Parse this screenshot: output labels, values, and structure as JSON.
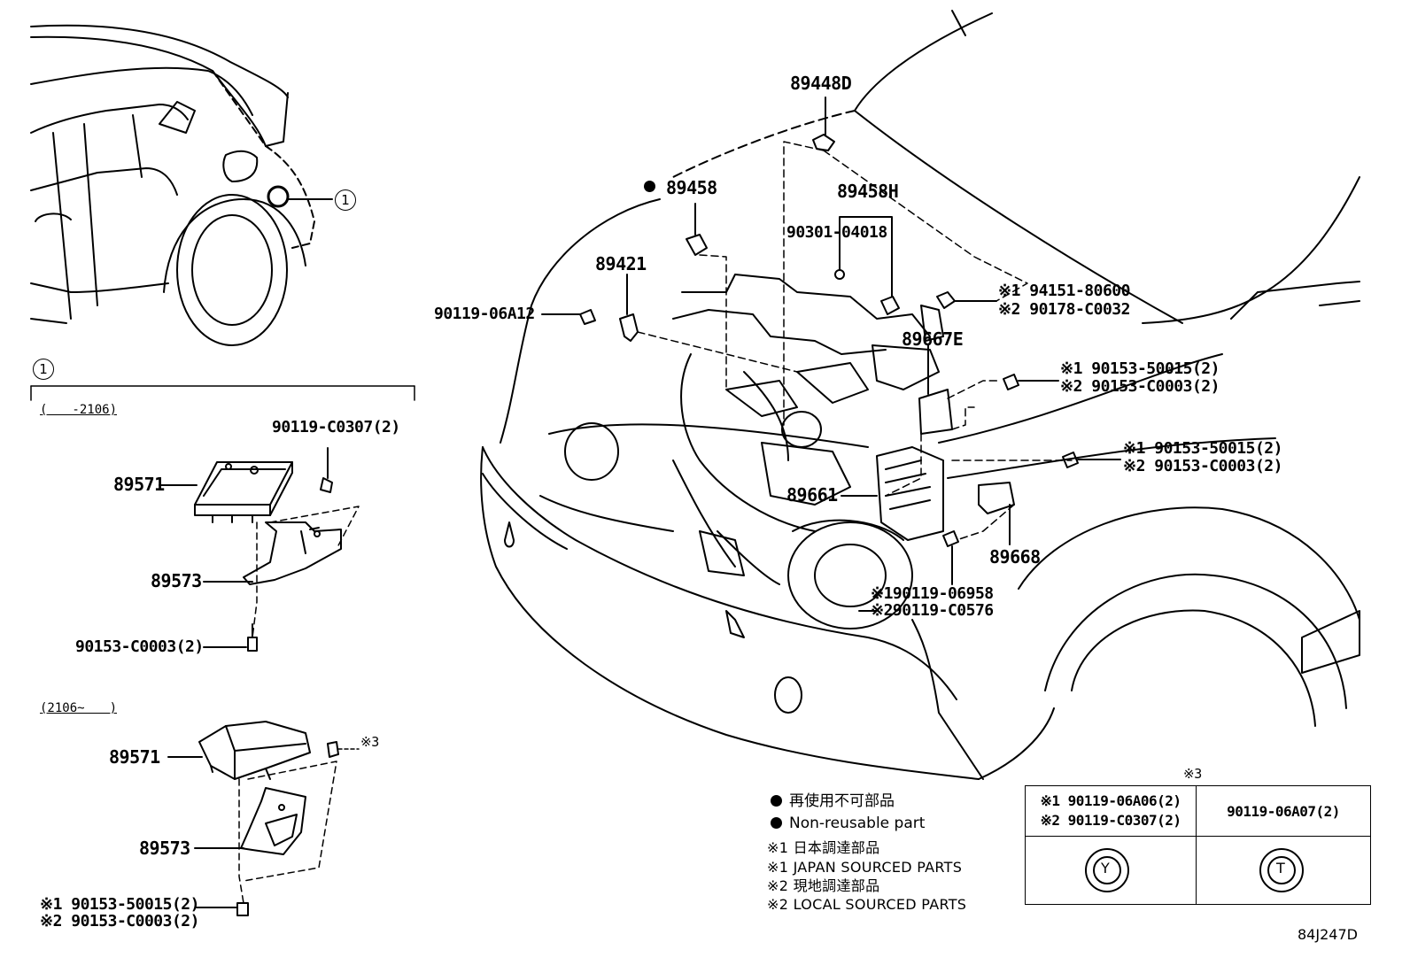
{
  "diagram_id": "84J247D",
  "callout_number": "1",
  "ranges": {
    "early": "(　　-2106)",
    "late": "(2106~　　)"
  },
  "labels": {
    "p89448D": "89448D",
    "p89458": "89458",
    "p89458H": "89458H",
    "p90301_04018": "90301-04018",
    "p89421": "89421",
    "p90119_06A12": "90119-06A12",
    "p94151_80600": "※1 94151-80600",
    "p90178_C0032": "※2 90178-C0032",
    "p89667E": "89667E",
    "p90153_50015_a": "※1 90153-50015(2)",
    "p90153_C0003_a": "※2 90153-C0003(2)",
    "p90153_50015_b": "※1 90153-50015(2)",
    "p90153_C0003_b": "※2 90153-C0003(2)",
    "p89661": "89661",
    "p89668": "89668",
    "p90119_06958": "※190119-06958",
    "p90119_C0576": "※290119-C0576",
    "p90119_C0307_top": "90119-C0307(2)",
    "p89571_a": "89571",
    "p89573_a": "89573",
    "p90153_C0003_left": "90153-C0003(2)",
    "p89571_b": "89571",
    "p89573_b": "89573",
    "p_ref3": "※3",
    "p90153_50015_c": "※1 90153-50015(2)",
    "p90153_C0003_c": "※2 90153-C0003(2)"
  },
  "legend": {
    "nonreusable_jp": "再使用不可部品",
    "nonreusable_en": "Non-reusable part",
    "note1_jp": "※1 日本調達部品",
    "note1_en": "※1 JAPAN SOURCED PARTS",
    "note2_jp": "※2 現地調達部品",
    "note2_en": "※2 LOCAL SOURCED PARTS"
  },
  "fastener_table": {
    "title": "※3",
    "col1_line1": "※1 90119-06A06(2)",
    "col1_line2": "※2 90119-C0307(2)",
    "col2": "90119-06A07(2)",
    "col1_mark": "Y",
    "col2_mark": "T"
  }
}
